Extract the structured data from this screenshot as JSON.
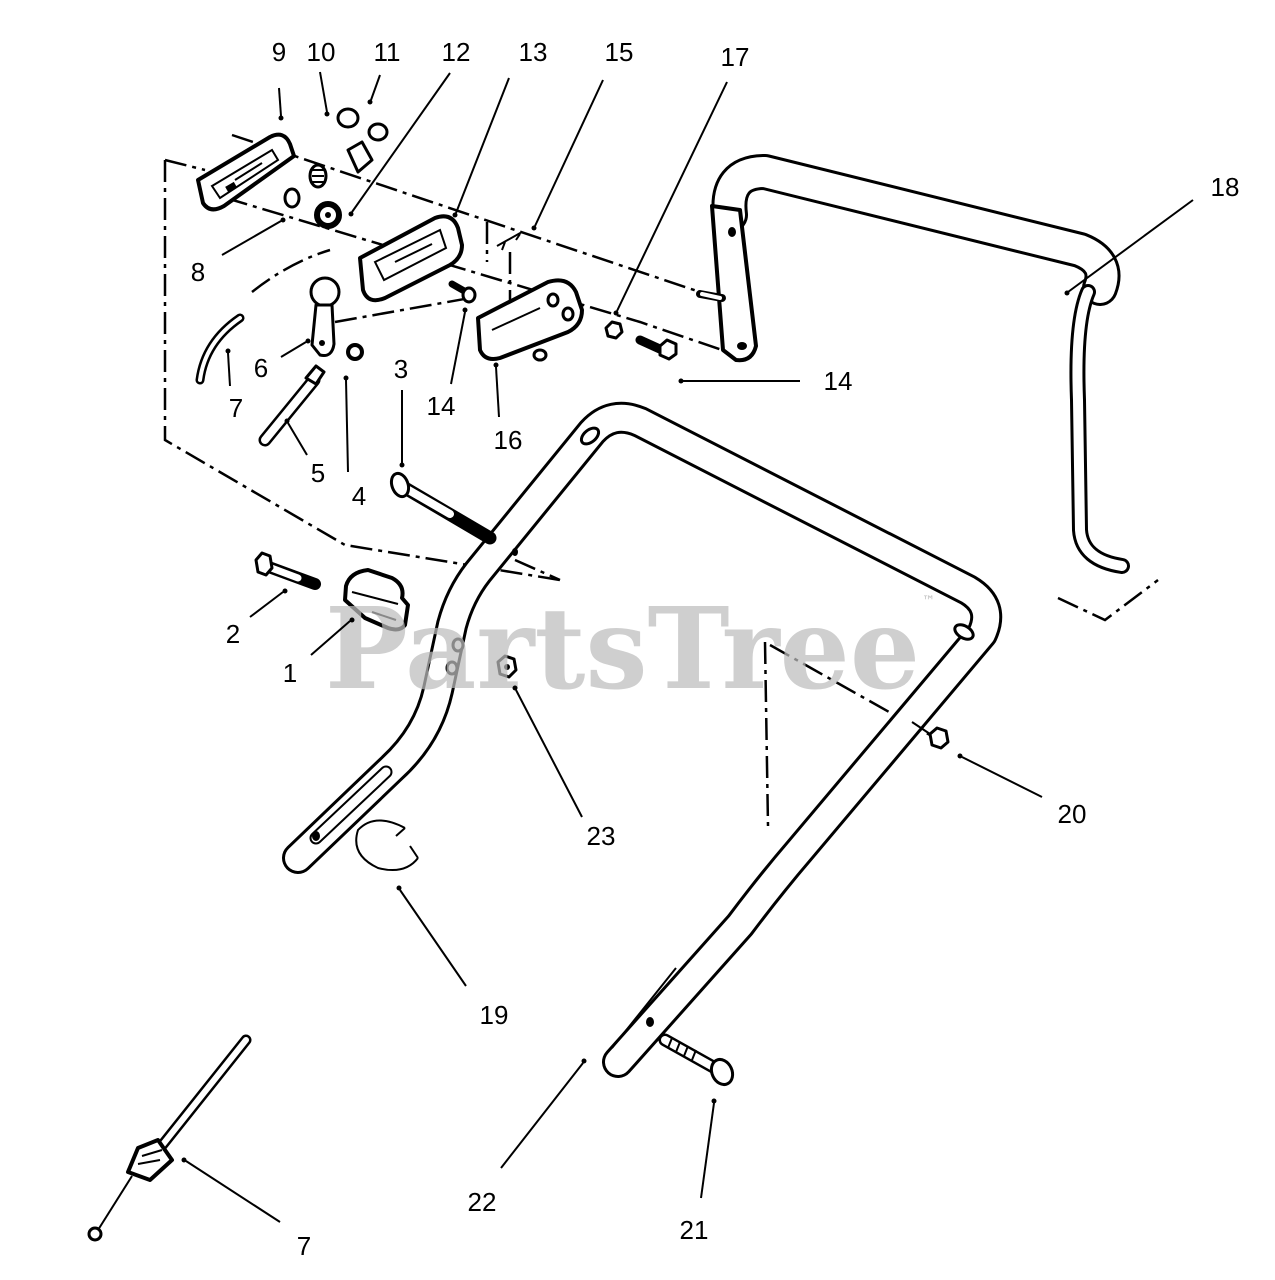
{
  "watermark": {
    "text": "PartsTree",
    "tm": "™"
  },
  "callouts": [
    "9",
    "10",
    "11",
    "12",
    "13",
    "15",
    "17",
    "18",
    "8",
    "6",
    "7",
    "3",
    "14",
    "14",
    "16",
    "5",
    "4",
    "2",
    "1",
    "23",
    "20",
    "19",
    "22",
    "21",
    "7"
  ]
}
